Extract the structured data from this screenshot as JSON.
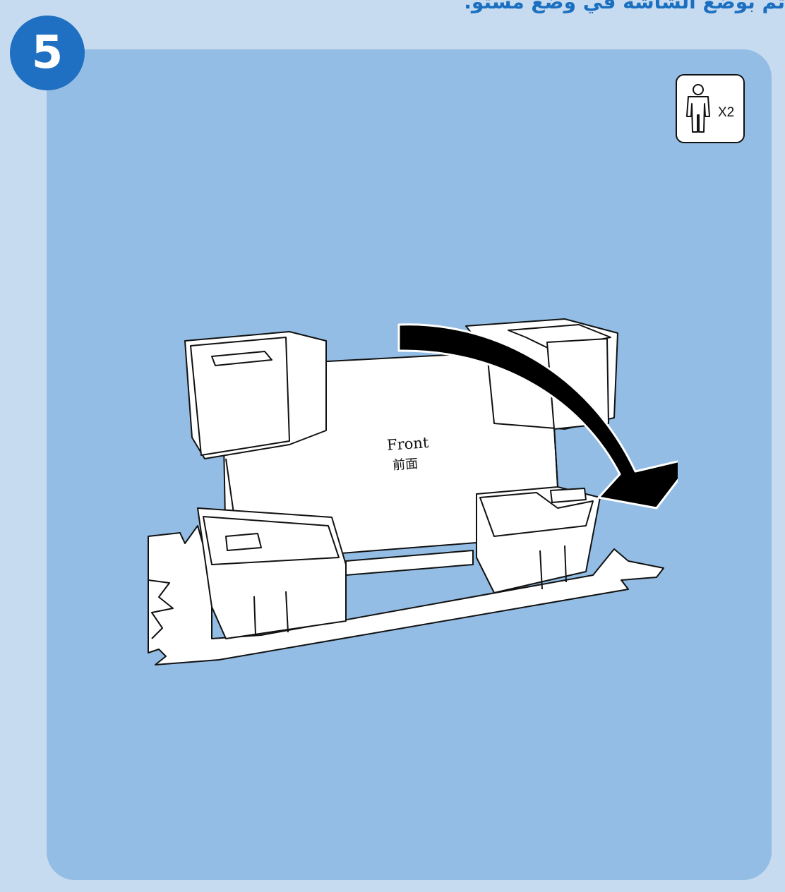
{
  "caption": "ثم بوضع الشاشة في وضع مستو.",
  "step_number": "5",
  "persons_badge": {
    "icon": "person-icon",
    "count_label": "X2"
  },
  "illustration": {
    "front_label": "Front",
    "front_label_cn": "前面",
    "arrow_icon": "rotate-down-arrow"
  },
  "colors": {
    "page_background": "#c6dbf0",
    "panel_background": "#93bde4",
    "accent_blue": "#1f6fc2"
  }
}
